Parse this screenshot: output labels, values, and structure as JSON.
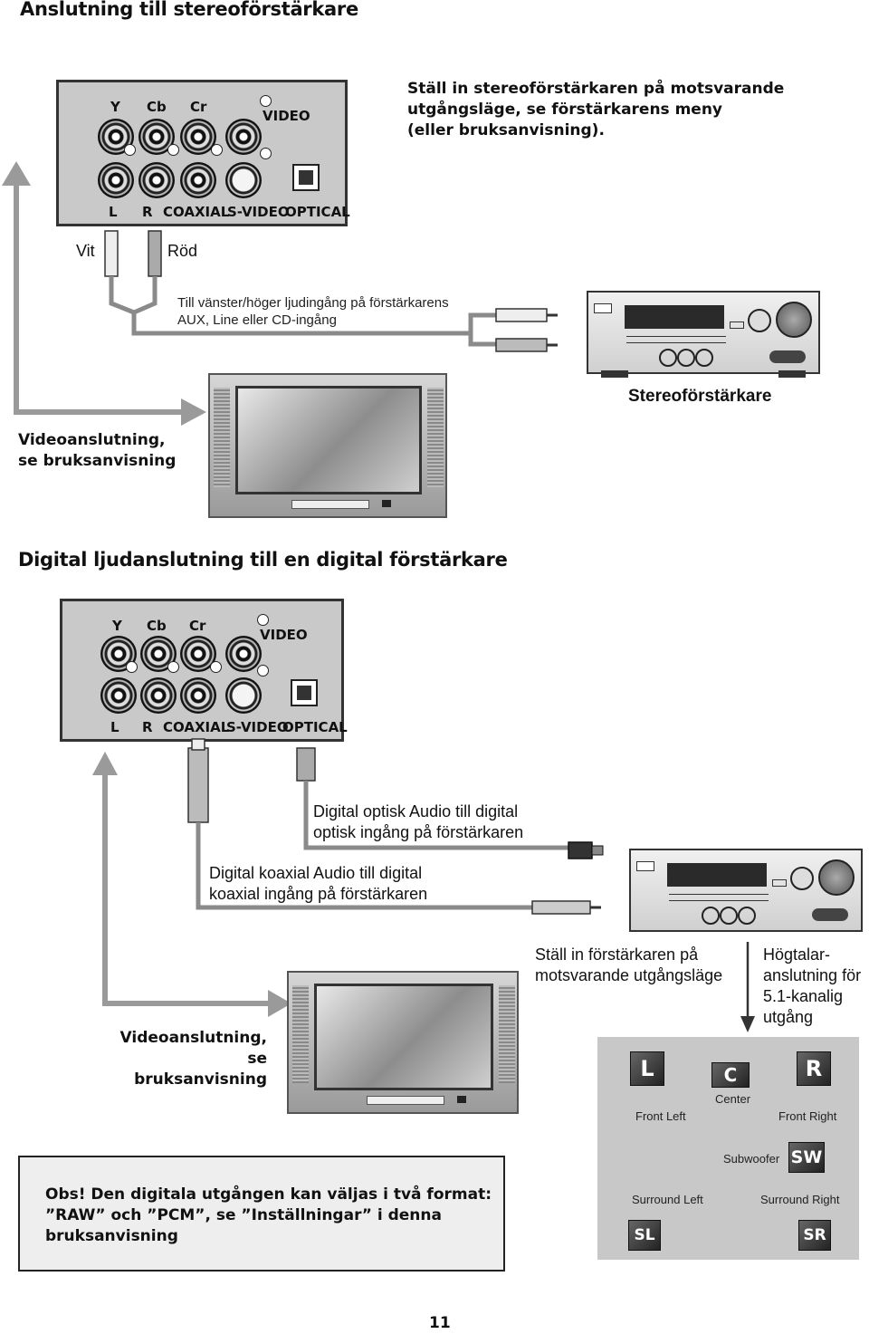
{
  "page": {
    "title": "Anslutning till stereoförstärkare",
    "page_number": "11"
  },
  "panel": {
    "top_labels": [
      "Y",
      "Cb",
      "Cr",
      "VIDEO"
    ],
    "bottom_labels": [
      "L",
      "R",
      "COAXIAL",
      "S-VIDEO",
      "OPTICAL"
    ]
  },
  "section1": {
    "instruction": [
      "Ställ in stereoförstärkaren på motsvarande",
      "utgångsläge, se förstärkarens meny",
      "(eller bruksanvisning)."
    ],
    "plug_white": "Vit",
    "plug_red": "Röd",
    "cable_note": [
      "Till vänster/höger ljudingång på förstärkarens",
      "AUX, Line eller CD-ingång"
    ],
    "amplifier_label": "Stereoförstärkare",
    "video_note": [
      "Videoanslutning,",
      "se bruksanvisning"
    ]
  },
  "section2": {
    "title": "Digital ljudanslutning till en digital förstärkare",
    "optical_note": [
      "Digital optisk Audio till digital",
      "optisk ingång på förstärkaren"
    ],
    "coaxial_note": [
      "Digital koaxial Audio till digital",
      "koaxial ingång på förstärkaren"
    ],
    "amp_mode_note": [
      "Ställ in förstärkaren på",
      "motsvarande utgångsläge"
    ],
    "speaker_note": [
      "Högtalar-",
      "anslutning för",
      "5.1-kanalig",
      "utgång"
    ],
    "video_note": [
      "Videoanslutning,",
      "se bruksanvisning"
    ],
    "speakers": {
      "front_left": {
        "badge": "L",
        "label": "Front Left"
      },
      "center": {
        "badge": "C",
        "label": "Center"
      },
      "front_right": {
        "badge": "R",
        "label": "Front Right"
      },
      "subwoofer": {
        "badge": "SW",
        "label": "Subwoofer"
      },
      "surround_left": {
        "badge": "SL",
        "label": "Surround Left"
      },
      "surround_right": {
        "badge": "SR",
        "label": "Surround Right"
      }
    },
    "obs": [
      "Obs! Den digitala utgången kan väljas i två format:",
      "”RAW” och ”PCM”, se ”Inställningar” i denna",
      "bruksanvisning"
    ]
  }
}
